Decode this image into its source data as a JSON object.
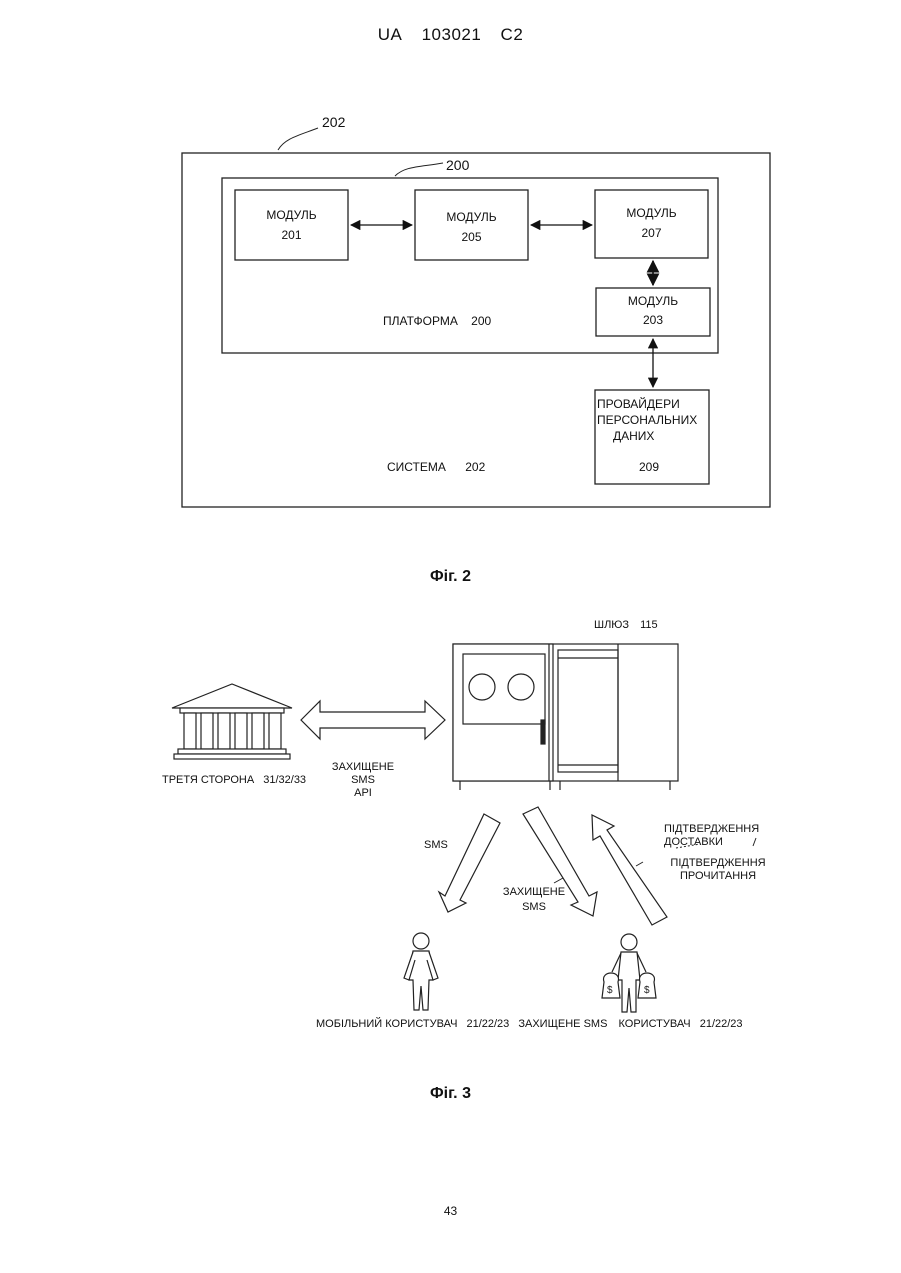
{
  "header": {
    "country": "UA",
    "number": "103021",
    "kind": "C2"
  },
  "fig2": {
    "ref_system": "202",
    "ref_platform": "200",
    "modules": [
      {
        "title": "МОДУЛЬ",
        "num": "201"
      },
      {
        "title": "МОДУЛЬ",
        "num": "205"
      },
      {
        "title": "МОДУЛЬ",
        "num": "207"
      },
      {
        "title": "МОДУЛЬ",
        "num": "203"
      }
    ],
    "platform_label": "ПЛАТФОРМА",
    "platform_num": "200",
    "providers": {
      "line1": "ПРОВАЙДЕРИ",
      "line2": "ПЕРСОНАЛЬНИХ",
      "line3": "ДАНИХ",
      "num": "209"
    },
    "system_label": "СИСТЕМА",
    "system_num": "202",
    "caption": "Фіг. 2"
  },
  "fig3": {
    "gateway_label": "ШЛЮЗ",
    "gateway_num": "115",
    "third_party": "ТРЕТЯ СТОРОНА",
    "third_party_num": "31/32/33",
    "secure_api": {
      "line1": "ЗАХИЩЕНЕ",
      "line2": "SMS",
      "line3": "API"
    },
    "sms": "SMS",
    "secure_sms": {
      "line1": "ЗАХИЩЕНЕ",
      "line2": "SMS"
    },
    "delivery_confirm": {
      "line1": "ПІДТВЕРДЖЕННЯ",
      "line2": "ДОСТАВКИ"
    },
    "read_confirm": {
      "line1": "ПІДТВЕРДЖЕННЯ",
      "line2": "ПРОЧИТАННЯ"
    },
    "mobile_user": "МОБІЛЬНИЙ КОРИСТУВАЧ",
    "mobile_user_num": "21/22/23",
    "secure_sms_bottom": "ЗАХИЩЕНЕ SMS",
    "user": "КОРИСТУВАЧ",
    "user_num": "21/22/23",
    "money_sign": "$",
    "caption": "Фіг. 3"
  },
  "page_number": "43"
}
